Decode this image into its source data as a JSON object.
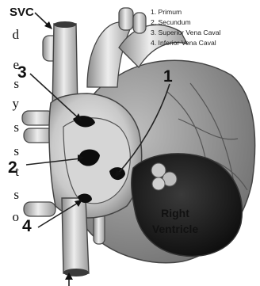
{
  "side_text": [
    "d",
    "e",
    "s",
    "y",
    "s",
    "s",
    "t",
    "s",
    "o"
  ],
  "labels": {
    "svc": "SVC",
    "n1": "1",
    "n2": "2",
    "n3": "3",
    "n4": "4",
    "right_ventricle_line1": "Right",
    "right_ventricle_line2": "Ventricle"
  },
  "legend": [
    "1. Primum",
    "2. Secundum",
    "3. Superior Vena Caval",
    "4. Inferior Vena Caval"
  ],
  "colors": {
    "tissue_light": "#e6e6e6",
    "tissue_mid": "#b4b4b4",
    "tissue_dark": "#7a7a7a",
    "chamber_dark": "#1a1a1a",
    "defect_hole": "#0d0d0d"
  }
}
